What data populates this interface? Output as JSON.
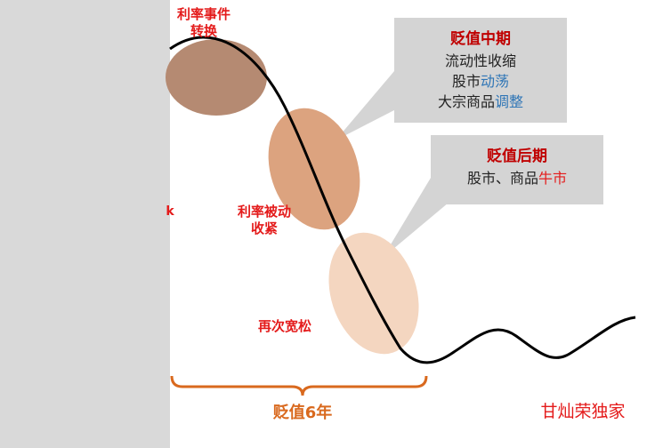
{
  "phases": {
    "event_switch": [
      "利率事件",
      "转换"
    ],
    "passive_tightening": [
      "利率被动",
      "收紧"
    ],
    "easing_again": "再次宽松"
  },
  "left_fragment": "k",
  "callout_mid": {
    "title": "贬值中期",
    "line1": "流动性收缩",
    "line2_prefix": "股市",
    "line2_highlight": "动荡",
    "line3_prefix": "大宗商品",
    "line3_highlight": "调整"
  },
  "callout_late": {
    "title": "贬值后期",
    "line1_prefix": "股市、商品",
    "line1_highlight": "牛市"
  },
  "brace_label": "贬值6年",
  "watermark": "甘灿荣独家",
  "colors": {
    "ellipse1": "#b58a72",
    "ellipse2": "#dca37f",
    "ellipse3": "#f4d6c0",
    "callout_bg": "#d4d4d4",
    "brace": "#d9691e",
    "curve": "#000000"
  }
}
